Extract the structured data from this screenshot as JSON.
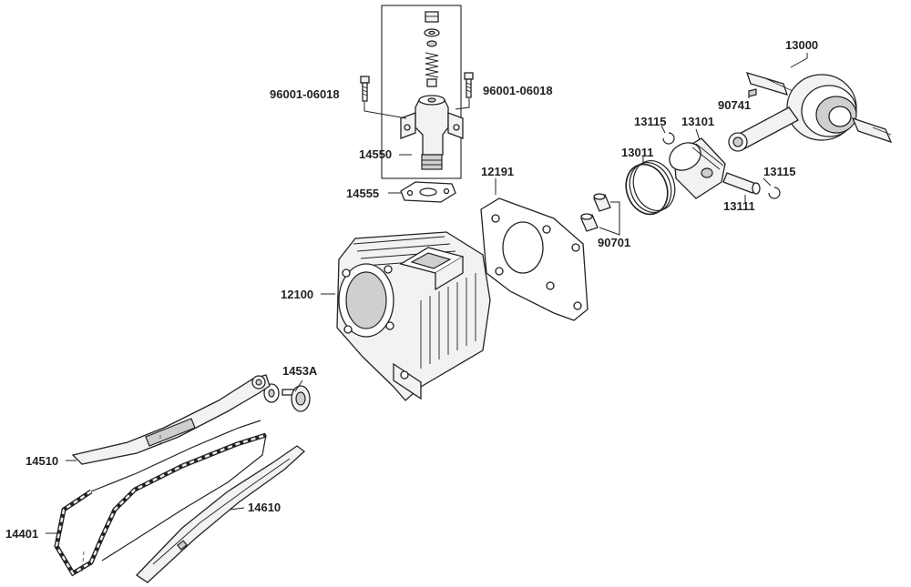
{
  "parts": {
    "p13000": "13000",
    "p90741": "90741",
    "p13115_top": "13115",
    "p13101": "13101",
    "p13011": "13011",
    "p13115_right": "13115",
    "p13111": "13111",
    "p12191": "12191",
    "p90701": "90701",
    "p96001_left": "96001-06018",
    "p96001_right": "96001-06018",
    "p14550": "14550",
    "p14555": "14555",
    "p12100": "12100",
    "p1453A": "1453A",
    "p14510": "14510",
    "p14610": "14610",
    "p14401": "14401"
  }
}
